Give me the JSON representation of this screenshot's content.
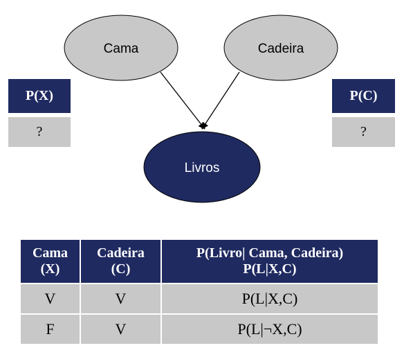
{
  "nodes": {
    "cama": "Cama",
    "cadeira": "Cadeira",
    "livros": "Livros"
  },
  "prior_x": {
    "header": "P(X)",
    "value": "?"
  },
  "prior_c": {
    "header": "P(C)",
    "value": "?"
  },
  "cpt": {
    "headers": [
      [
        "Cama",
        "(X)"
      ],
      [
        "Cadeira",
        "(C)"
      ],
      [
        "P(Livro| Cama, Cadeira)",
        "P(L|X,C)"
      ]
    ],
    "rows": [
      [
        "V",
        "V",
        "P(L|X,C)"
      ],
      [
        "F",
        "V",
        "P(L|¬X,C)"
      ]
    ]
  },
  "colors": {
    "node_fill": "#c8c8c8",
    "child_fill": "#1f2a60",
    "header_fill": "#1f2a60",
    "cell_fill": "#c8c8c8"
  }
}
